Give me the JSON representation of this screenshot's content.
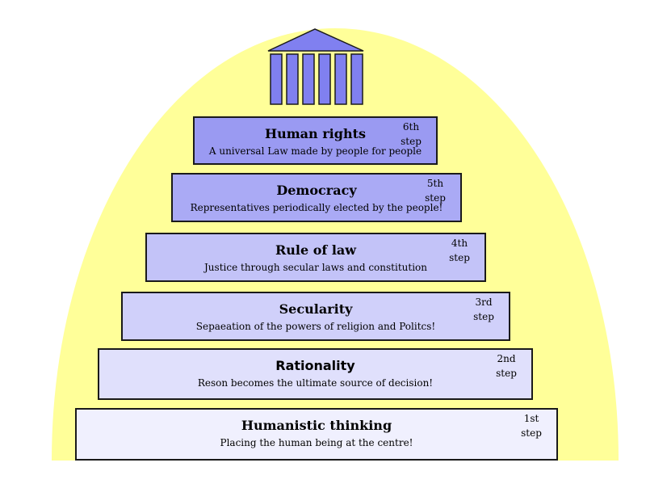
{
  "colors": {
    "dome": "#ffff99",
    "temple": "#8080f0",
    "outline": "#1a1a1a"
  },
  "steps": [
    {
      "title": "Human rights",
      "desc": "A universal Law made by people for people",
      "num": "6th",
      "unit": "step",
      "fill": "#9a9af2"
    },
    {
      "title": "Democracy",
      "desc": "Representatives periodically elected by the people!",
      "num": "5th",
      "unit": "step",
      "fill": "#aaaaf5"
    },
    {
      "title": "Rule of law",
      "desc": "Justice through secular laws and constitution",
      "num": "4th",
      "unit": "step",
      "fill": "#c3c3f8"
    },
    {
      "title": "Secularity",
      "desc": "Sepaeation of the powers of religion and Politcs!",
      "num": "3rd",
      "unit": "step",
      "fill": "#d0d0fa"
    },
    {
      "title": "Rationality",
      "desc": "Reson becomes the ultimate source of decision!",
      "num": "2nd",
      "unit": "step",
      "fill": "#e0e0fc"
    },
    {
      "title": "Humanistic thinking",
      "desc": "Placing the human being at the centre!",
      "num": "1st",
      "unit": "step",
      "fill": "#f0f0fe"
    }
  ]
}
